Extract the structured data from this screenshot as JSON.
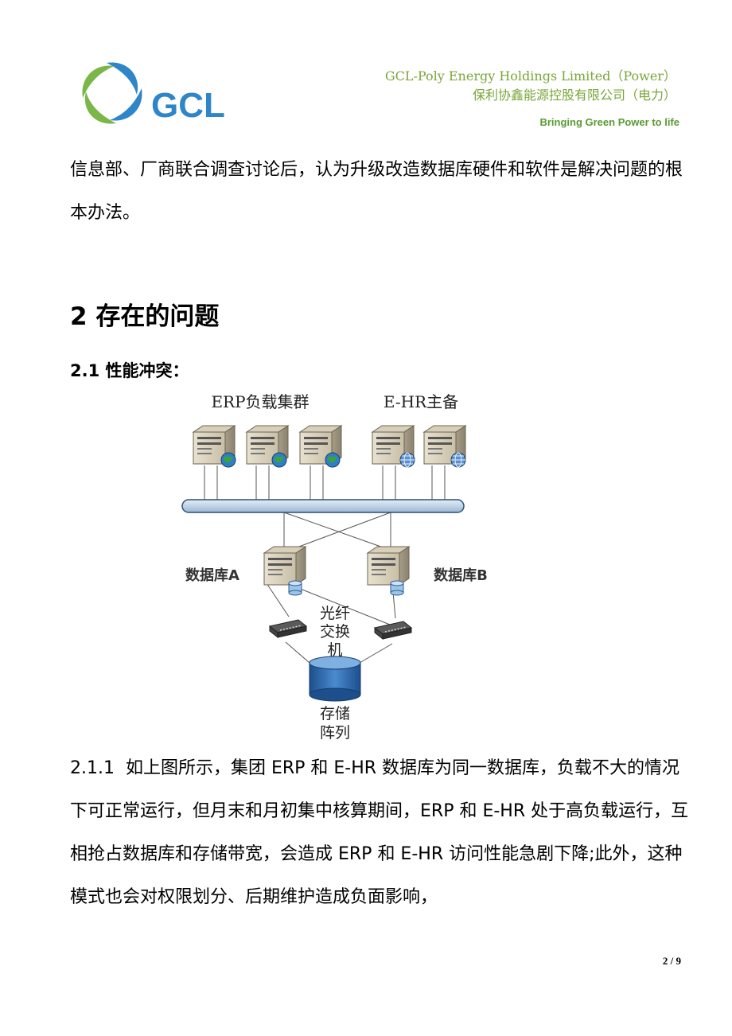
{
  "header": {
    "company_en": "GCL-Poly Energy Holdings Limited（Power）",
    "company_cn": "保利协鑫能源控股有限公司（电力）",
    "slogan": "Bringing Green Power to life",
    "logo_text": "GCL",
    "colors": {
      "logo_blue": "#2e86c8",
      "logo_green": "#7ab648",
      "header_green": "#7aa63a"
    }
  },
  "body": {
    "intro_text": "信息部、厂商联合调查讨论后，认为升级改造数据库硬件和软件是解决问题的根本办法。",
    "section_heading": "2 存在的问题",
    "subsection_heading": "2.1  性能冲突：",
    "paragraph_2_1_1": "2.1.1  如上图所示，集团 ERP 和 E-HR 数据库为同一数据库，负载不大的情况下可正常运行，但月末和月初集中核算期间，ERP 和 E-HR 处于高负载运行，互相抢占数据库和存储带宽，会造成 ERP 和 E-HR 访问性能急剧下降;此外，这种模式也会对权限划分、后期维护造成负面影响，"
  },
  "diagram": {
    "label_erp_cluster": "ERP负载集群",
    "label_ehr": "E-HR主备",
    "label_db_a": "数据库A",
    "label_db_b": "数据库B",
    "label_switch_1": "光纤",
    "label_switch_2": "交换",
    "label_switch_3": "机",
    "label_storage_1": "存储",
    "label_storage_2": "阵列"
  },
  "footer": {
    "page": "2 / 9"
  }
}
